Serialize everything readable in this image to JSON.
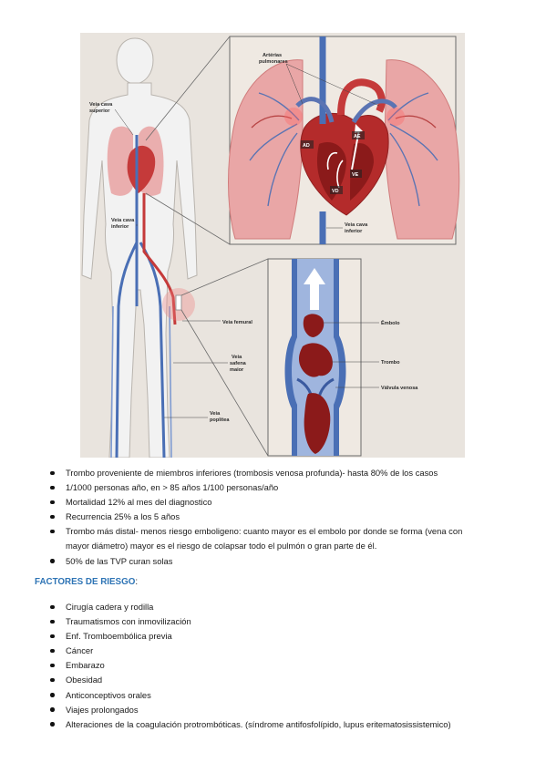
{
  "figure": {
    "labels": {
      "vena_cava_superior": [
        "Veia cava",
        "superior"
      ],
      "vena_cava_inferior_body": [
        "Veia cava",
        "inferior"
      ],
      "pulmonary_arteries": [
        "Artérias",
        "pulmonares"
      ],
      "ad": "AD",
      "ae": "AE",
      "ve": "VE",
      "vd": "VD",
      "vena_cava_inferior_heart": [
        "Veia cava",
        "inferior"
      ],
      "femoral_vein": "Veia femural",
      "saphenous_vein": [
        "Veia",
        "safena",
        "maior"
      ],
      "popliteal_vein": [
        "Veia",
        "poplítea"
      ],
      "embolus": "Êmbolo",
      "thrombus": "Trombo",
      "venous_valve": "Válvula venosa"
    },
    "colors": {
      "lung": "#e9a6a6",
      "lung_dark": "#d98585",
      "vein": "#4a6fb5",
      "artery": "#c53a3a",
      "clot": "#8b1a1a",
      "skin": "#f2f2f2",
      "background": "#e9e4de"
    }
  },
  "main_bullets": [
    "Trombo proveniente de miembros inferiores (trombosis venosa profunda)- hasta 80% de los casos",
    "1/1000 personas año, en > 85 años 1/100 personas/año",
    "Mortalidad 12% al mes del diagnostico",
    "Recurrencia 25% a los 5 años",
    [
      "Trombo más distal- menos riesgo emboligeno: cuanto mayor es el embolo por donde se forma (vena con",
      "mayor diámetro) mayor es el riesgo de colapsar todo el pulmón o gran parte de él."
    ],
    "50% de las TVP curan solas"
  ],
  "risk_heading": "FACTORES DE RIESGO",
  "risk_heading_suffix": ":",
  "risk_bullets": [
    "Cirugía cadera y rodilla",
    "Traumatismos con inmovilización",
    "Enf. Tromboembólica previa",
    "Cáncer",
    "Embarazo",
    "Obesidad",
    "Anticonceptivos orales",
    "Viajes prolongados",
    "Alteraciones de la coagulación protrombóticas. (síndrome antifosfolípido, lupus eritematosissistemico)"
  ]
}
